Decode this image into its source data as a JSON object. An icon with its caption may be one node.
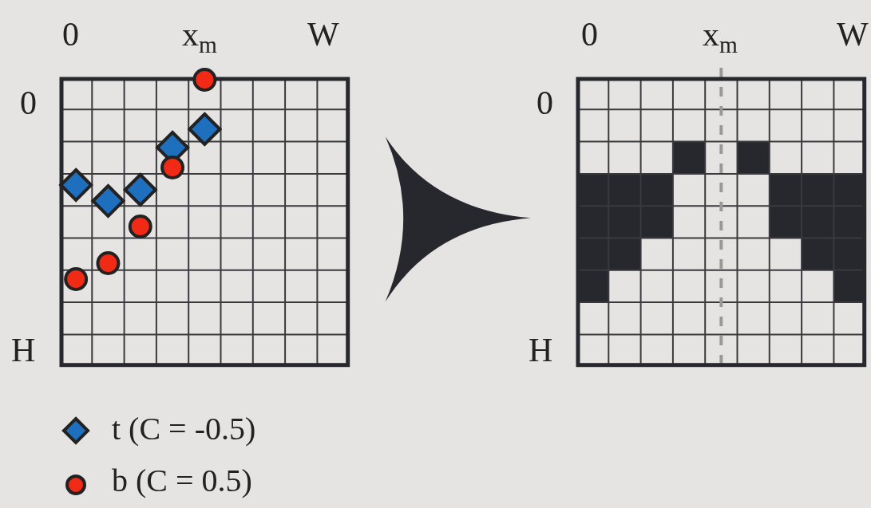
{
  "diagram": {
    "nodes": [
      {
        "text": [],
        "shape": "picture"
      },
      {
        "text": [],
        "shape": "picture"
      }
    ],
    "edges": [
      {
        "from": 0,
        "to": 1,
        "arrow": "to"
      }
    ],
    "labels": [
      "0",
      "x$_{m}$",
      "W",
      "0",
      "H",
      "0",
      "x$_{m}$",
      "W",
      "0",
      "H"
    ],
    "legend": [
      {
        "text": "t (C = -0.5)"
      },
      {
        "text": "b (C = 0.5)"
      }
    ]
  }
}
